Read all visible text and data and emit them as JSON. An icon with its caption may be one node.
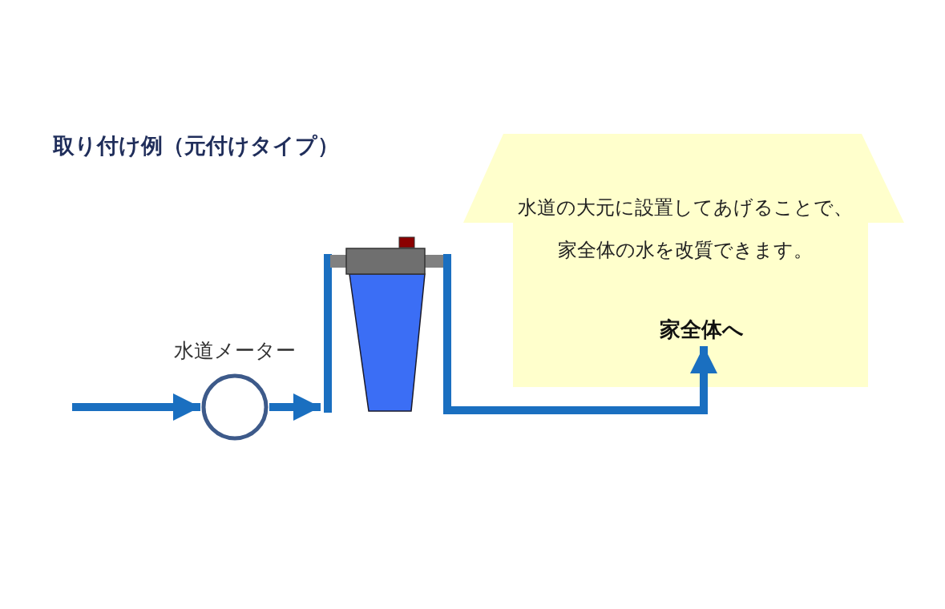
{
  "diagram": {
    "title": "取り付け例（元付けタイプ）",
    "nodes": [
      {
        "text": [],
        "shape": "circle",
        "beside": [
          "水道メーター"
        ]
      },
      {
        "text": [],
        "shape": "picture"
      },
      {
        "text": [
          "水道の大元に設置してあげることで、家全体の水を改質できます。"
        ]
      },
      {
        "text": [
          "家全体へ"
        ],
        "in": 2
      }
    ],
    "edges": [
      {
        "from": null,
        "to": 0,
        "arrow": "to"
      },
      {
        "from": 0,
        "to": 1,
        "arrow": "to"
      },
      {
        "from": 1,
        "to": 3,
        "arrow": "to"
      }
    ]
  }
}
